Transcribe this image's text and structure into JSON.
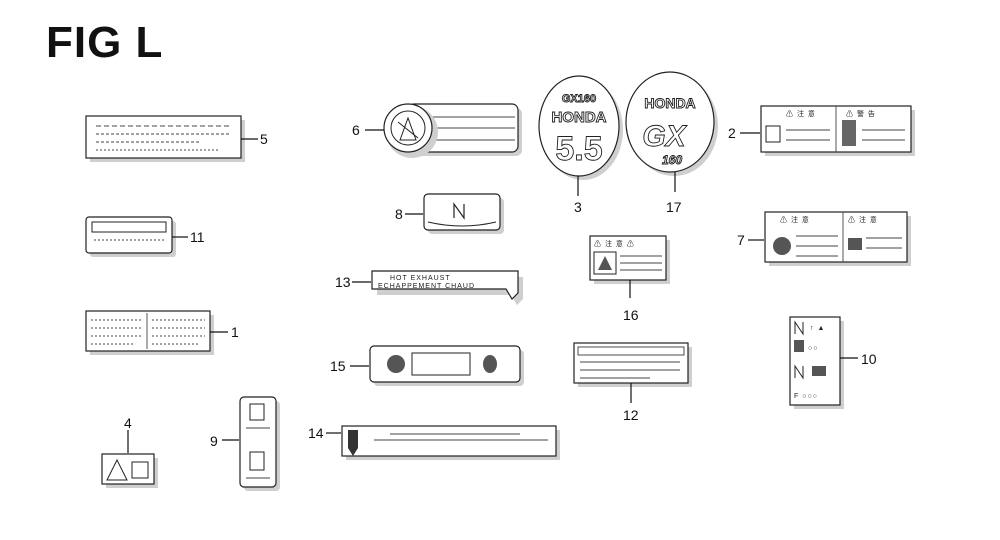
{
  "figure": {
    "title": "FIG L"
  },
  "parts": [
    {
      "id": "label-5",
      "number": "5"
    },
    {
      "id": "label-6",
      "number": "6"
    },
    {
      "id": "label-3",
      "number": "3",
      "logo_top": "GX160",
      "logo_brand": "HONDA",
      "logo_big": "5.5"
    },
    {
      "id": "label-17",
      "number": "17",
      "logo_brand": "HONDA",
      "logo_big": "GX",
      "logo_sub": "160"
    },
    {
      "id": "label-2",
      "number": "2"
    },
    {
      "id": "label-8",
      "number": "8"
    },
    {
      "id": "label-11",
      "number": "11"
    },
    {
      "id": "label-7",
      "number": "7"
    },
    {
      "id": "label-13",
      "number": "13",
      "text_line1": "HOT EXHAUST",
      "text_line2": "ECHAPPEMENT CHAUD"
    },
    {
      "id": "label-16",
      "number": "16"
    },
    {
      "id": "label-1",
      "number": "1"
    },
    {
      "id": "label-10",
      "number": "10"
    },
    {
      "id": "label-15",
      "number": "15"
    },
    {
      "id": "label-12",
      "number": "12"
    },
    {
      "id": "label-4",
      "number": "4"
    },
    {
      "id": "label-9",
      "number": "9"
    },
    {
      "id": "label-14",
      "number": "14"
    }
  ]
}
